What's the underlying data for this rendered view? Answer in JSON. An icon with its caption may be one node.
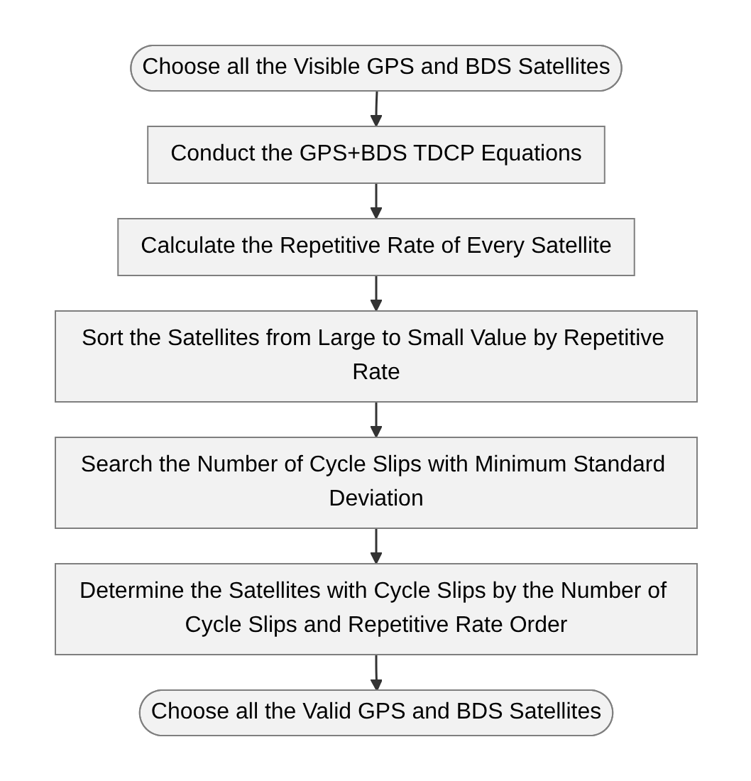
{
  "diagram": {
    "nodes": [
      {
        "text": [
          "Choose all the Visible GPS and BDS Satellites"
        ]
      },
      {
        "text": [
          "Conduct the GPS+BDS TDCP Equations"
        ]
      },
      {
        "text": [
          "Calculate the Repetitive Rate of Every Satellite"
        ]
      },
      {
        "text": [
          "Sort the Satellites from Large to Small Value by Repetitive Rate"
        ]
      },
      {
        "text": [
          "Search the Number of Cycle Slips with Minimum Standard Deviation"
        ]
      },
      {
        "text": [
          "Determine the Satellites with Cycle Slips by the Number of Cycle Slips and Repetitive Rate Order"
        ]
      },
      {
        "text": [
          "Choose all the Valid GPS and BDS Satellites"
        ]
      }
    ],
    "edges": [
      {
        "from": 0,
        "to": 1,
        "arrow": "to"
      },
      {
        "from": 1,
        "to": 2,
        "arrow": "to"
      },
      {
        "from": 2,
        "to": 3,
        "arrow": "to"
      },
      {
        "from": 3,
        "to": 4,
        "arrow": "to"
      },
      {
        "from": 4,
        "to": 5,
        "arrow": "to"
      },
      {
        "from": 5,
        "to": 6,
        "arrow": "to"
      }
    ]
  }
}
